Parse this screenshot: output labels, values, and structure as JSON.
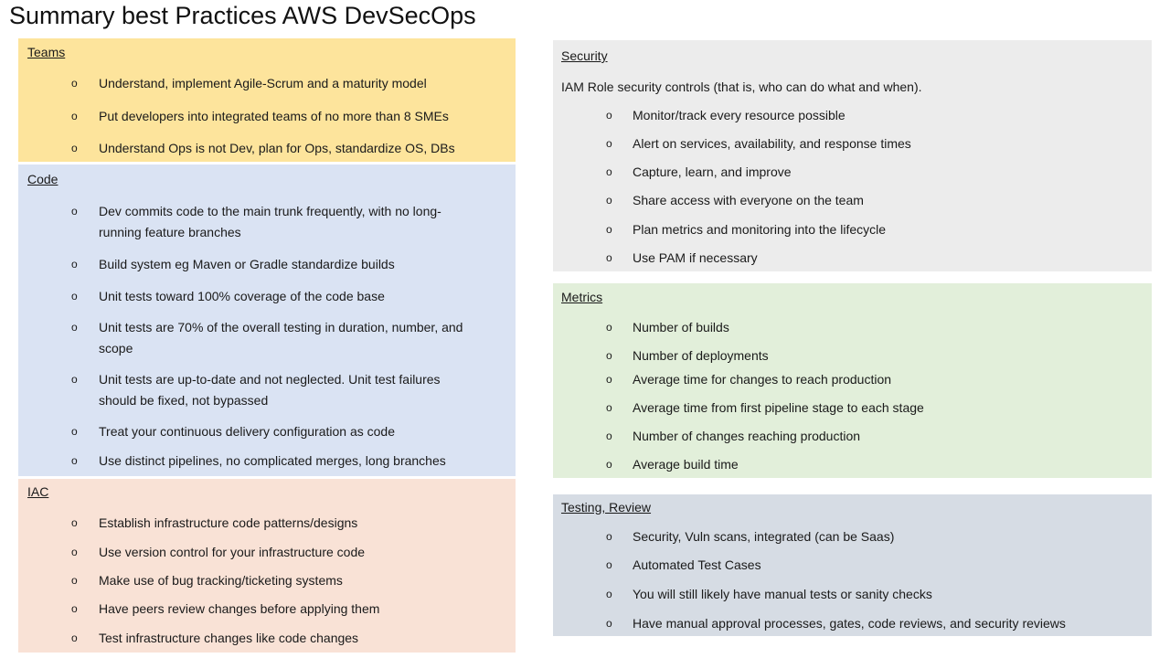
{
  "title": "Summary best Practices AWS DevSecOps",
  "bullet_marker": "o",
  "sections": {
    "teams": {
      "heading": "Teams",
      "color": "#fde49c",
      "items": [
        "Understand, implement Agile-Scrum and a maturity model",
        "Put developers into integrated teams of no more than 8 SMEs",
        "Understand Ops is not Dev, plan for Ops, standardize OS, DBs"
      ]
    },
    "code": {
      "heading": "Code",
      "color": "#dae3f3",
      "items": [
        "Dev commits code to the main trunk frequently, with no long-running feature branches",
        "Build system eg Maven or Gradle standardize builds",
        "Unit tests toward 100% coverage of the code base",
        "Unit tests are 70% of the overall testing in duration, number, and scope",
        "Unit tests are up-to-date and not neglected. Unit test failures should be fixed, not bypassed",
        "Treat your continuous delivery configuration as code",
        "Use distinct pipelines, no complicated merges, long branches"
      ]
    },
    "iac": {
      "heading": "IAC",
      "color": "#f9e2d6",
      "items": [
        "Establish infrastructure code patterns/designs",
        "Use version control for your infrastructure code",
        "Make use of bug tracking/ticketing systems",
        "Have peers review changes before applying them",
        "Test infrastructure changes like code changes"
      ]
    },
    "security": {
      "heading": "Security",
      "color": "#ececec",
      "intro": "IAM Role security controls (that is, who can do what and when).",
      "items": [
        "Monitor/track every resource possible",
        "Alert on services, availability, and response times",
        "Capture, learn, and improve",
        "Share access with everyone on the team",
        "Plan metrics and monitoring into the lifecycle",
        "Use PAM if necessary"
      ]
    },
    "metrics": {
      "heading": "Metrics",
      "color": "#e2efda",
      "items": [
        "Number of builds",
        "Number of deployments",
        "Average time for changes to reach production",
        "Average time from first pipeline stage to each stage",
        "Number of changes reaching production",
        "Average build time"
      ]
    },
    "testing": {
      "heading": "Testing, Review",
      "color": "#d6dce4",
      "items": [
        "Security, Vuln scans, integrated (can be Saas)",
        "Automated Test Cases",
        "You will still likely have manual tests or sanity checks",
        "Have manual approval processes, gates, code reviews, and security reviews"
      ]
    }
  }
}
